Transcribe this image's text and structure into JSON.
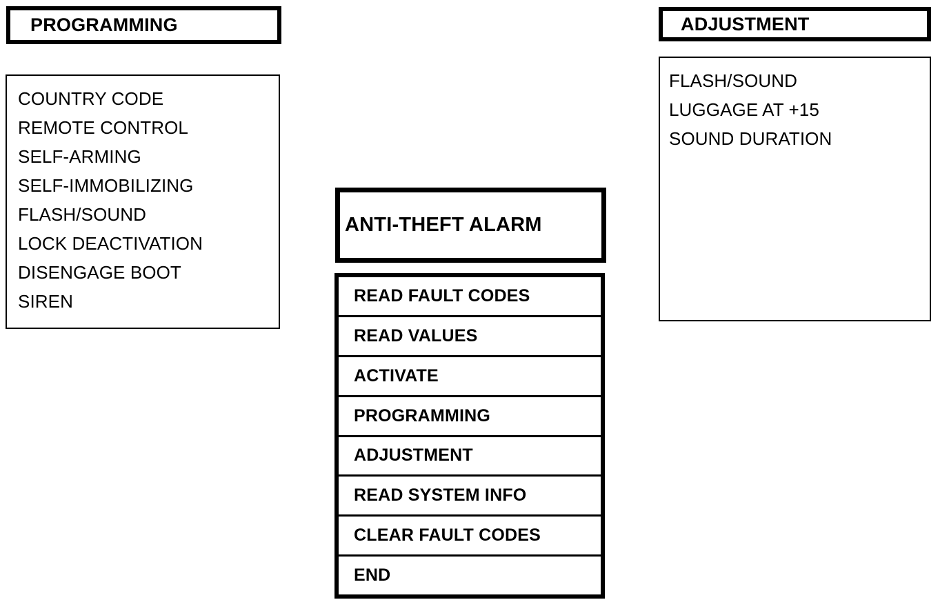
{
  "diagram": {
    "type": "menu-navigation-diagram",
    "ink_color": "#000000",
    "background_color": "#ffffff",
    "panels": {
      "programming": {
        "header": "PROGRAMMING",
        "items": [
          "COUNTRY CODE",
          "REMOTE CONTROL",
          "SELF-ARMING",
          "SELF-IMMOBILIZING",
          "FLASH/SOUND",
          "LOCK DEACTIVATION",
          "DISENGAGE BOOT",
          "SIREN"
        ]
      },
      "anti_theft_alarm": {
        "header": "ANTI-THEFT ALARM",
        "items": [
          "READ FAULT CODES",
          "READ VALUES",
          "ACTIVATE",
          "PROGRAMMING",
          "ADJUSTMENT",
          "READ SYSTEM INFO",
          "CLEAR FAULT CODES",
          "END"
        ]
      },
      "adjustment": {
        "header": "ADJUSTMENT",
        "items": [
          "FLASH/SOUND",
          "LUGGAGE AT +15",
          "SOUND DURATION"
        ]
      }
    }
  }
}
